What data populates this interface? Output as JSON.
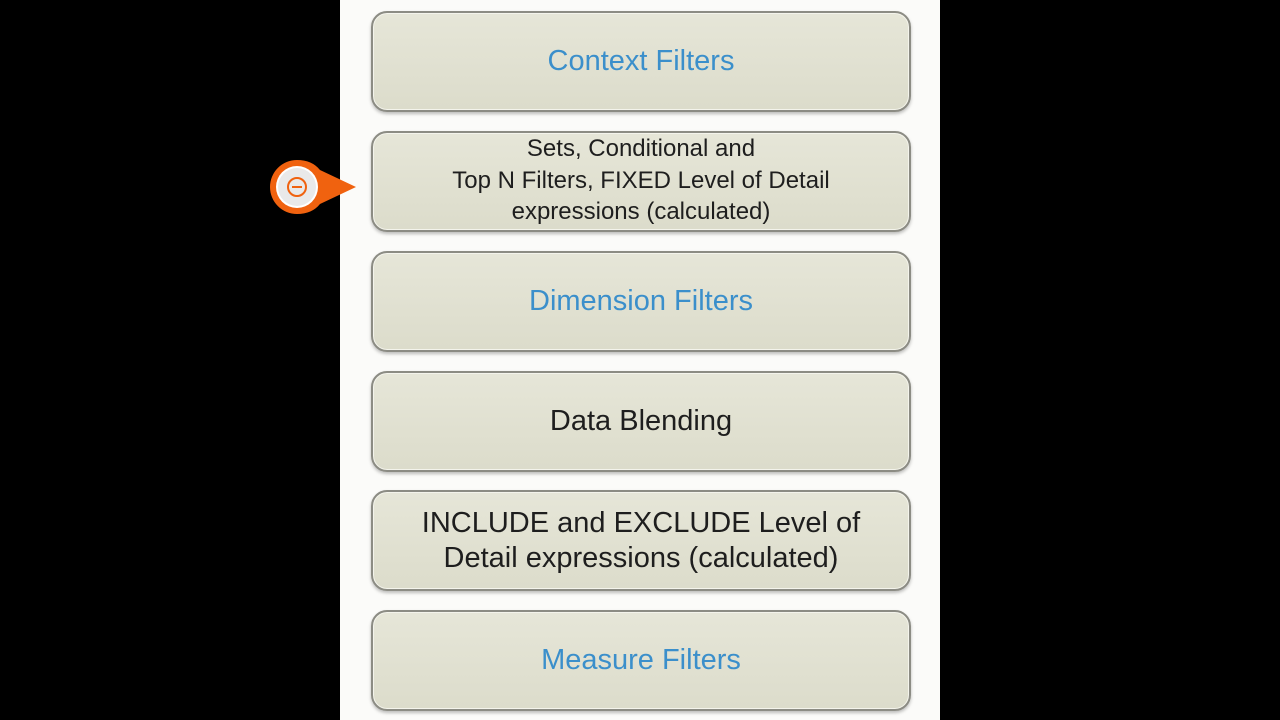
{
  "diagram": {
    "boxes": [
      {
        "label": "Context Filters",
        "style": "blue"
      },
      {
        "label": "Sets, Conditional and\nTop N Filters, FIXED Level of Detail\nexpressions (calculated)",
        "style": "dark-md"
      },
      {
        "label": "Dimension Filters",
        "style": "blue"
      },
      {
        "label": "Data Blending",
        "style": "dark-lg"
      },
      {
        "label": "INCLUDE and EXCLUDE Level of\nDetail expressions (calculated)",
        "style": "dark-lg"
      },
      {
        "label": "Measure Filters",
        "style": "blue"
      }
    ],
    "marker": {
      "icon": "minus-circle-icon",
      "color": "#f0620f",
      "target": "Sets, Conditional and Top N Filters"
    }
  },
  "colors": {
    "background": "#000000",
    "panel": "#fbfbf9",
    "box_fill": "#e0e0d0",
    "box_border": "#8c8c84",
    "blue_text": "#3b8fcb",
    "dark_text": "#1e1e1e",
    "marker": "#f0620f"
  }
}
